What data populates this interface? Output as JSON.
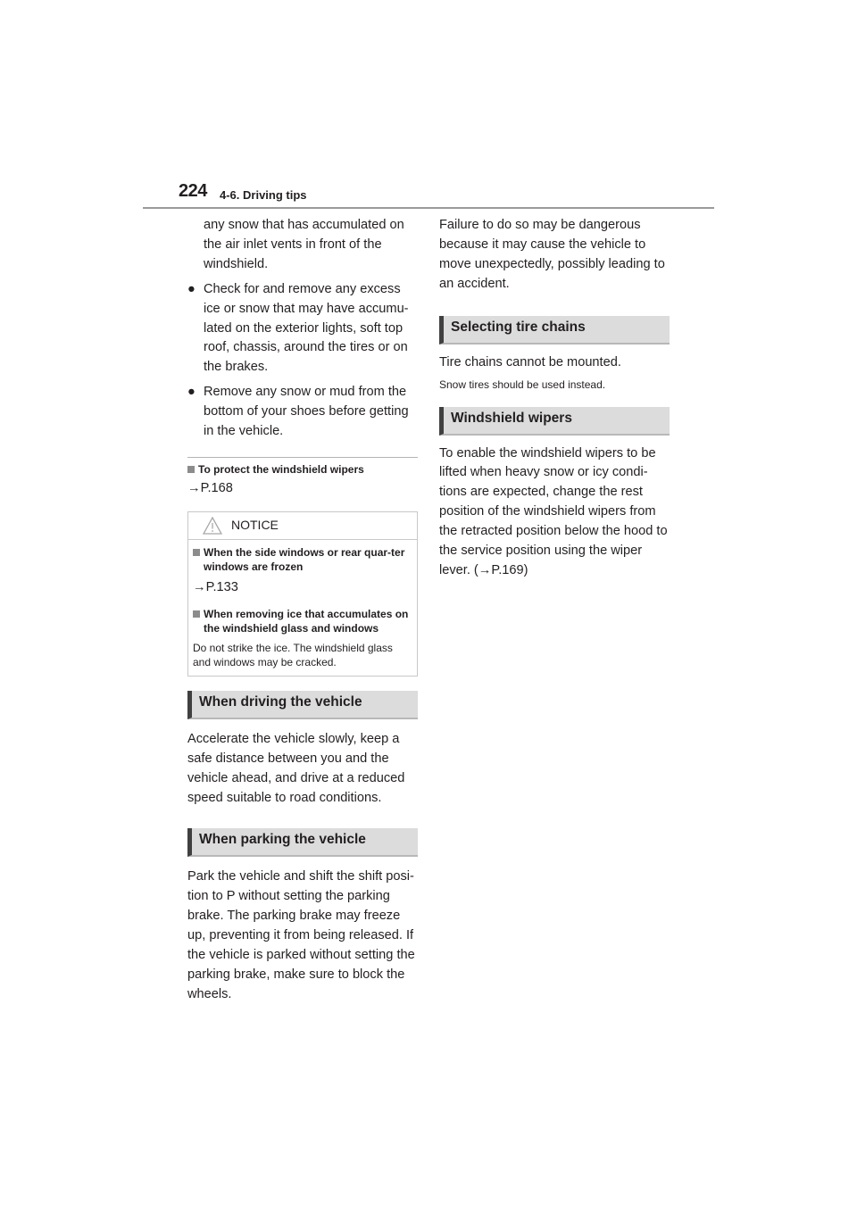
{
  "header": {
    "page_number": "224",
    "section": "4-6. Driving tips"
  },
  "left": {
    "continuation": "any snow that has accumulated on the air inlet vents in front of the windshield.",
    "bullets": [
      "Check for and remove any excess ice or snow that may have accumu-lated on the exterior lights, soft top roof, chassis, around the tires or on the brakes.",
      "Remove any snow or mud from the bottom of your shoes before getting in the vehicle."
    ],
    "bullet_glyph": "●",
    "sub_wipers": {
      "title": "To protect the windshield wipers",
      "ref": "→P.168"
    },
    "notice": {
      "label": "NOTICE",
      "item1_title": "When the side windows or rear quar-ter windows are frozen",
      "item1_ref": "→P.133",
      "item2_title": "When removing ice that accumulates on the windshield glass and windows",
      "item2_text": "Do not strike the ice. The windshield glass and windows may be cracked."
    },
    "driving": {
      "title": "When driving the vehicle",
      "text": "Accelerate the vehicle slowly, keep a safe distance between you and the vehicle ahead, and drive at a reduced speed suitable to road conditions."
    },
    "parking": {
      "title": "When parking the vehicle",
      "text": "Park the vehicle and shift the shift posi-tion to P without setting the parking brake. The parking brake may freeze up, preventing it from being released. If the vehicle is parked without setting the parking brake, make sure to block the wheels."
    }
  },
  "right": {
    "continuation": "Failure to do so may be dangerous because it may cause the vehicle to move unexpectedly, possibly leading to an accident.",
    "chains": {
      "title": "Selecting tire chains",
      "text": "Tire chains cannot be mounted.",
      "note": "Snow tires should be used instead."
    },
    "wipers": {
      "title": "Windshield wipers",
      "text": "To enable the windshield wipers to be lifted when heavy snow or icy condi-tions are expected, change the rest position of the windshield wipers from the retracted position below the hood to the service position using the wiper lever. (→P.169)"
    }
  },
  "colors": {
    "text": "#231f20",
    "section_bar": "#dcdcdc",
    "section_accent": "#404040",
    "square": "#8c8c8c"
  }
}
